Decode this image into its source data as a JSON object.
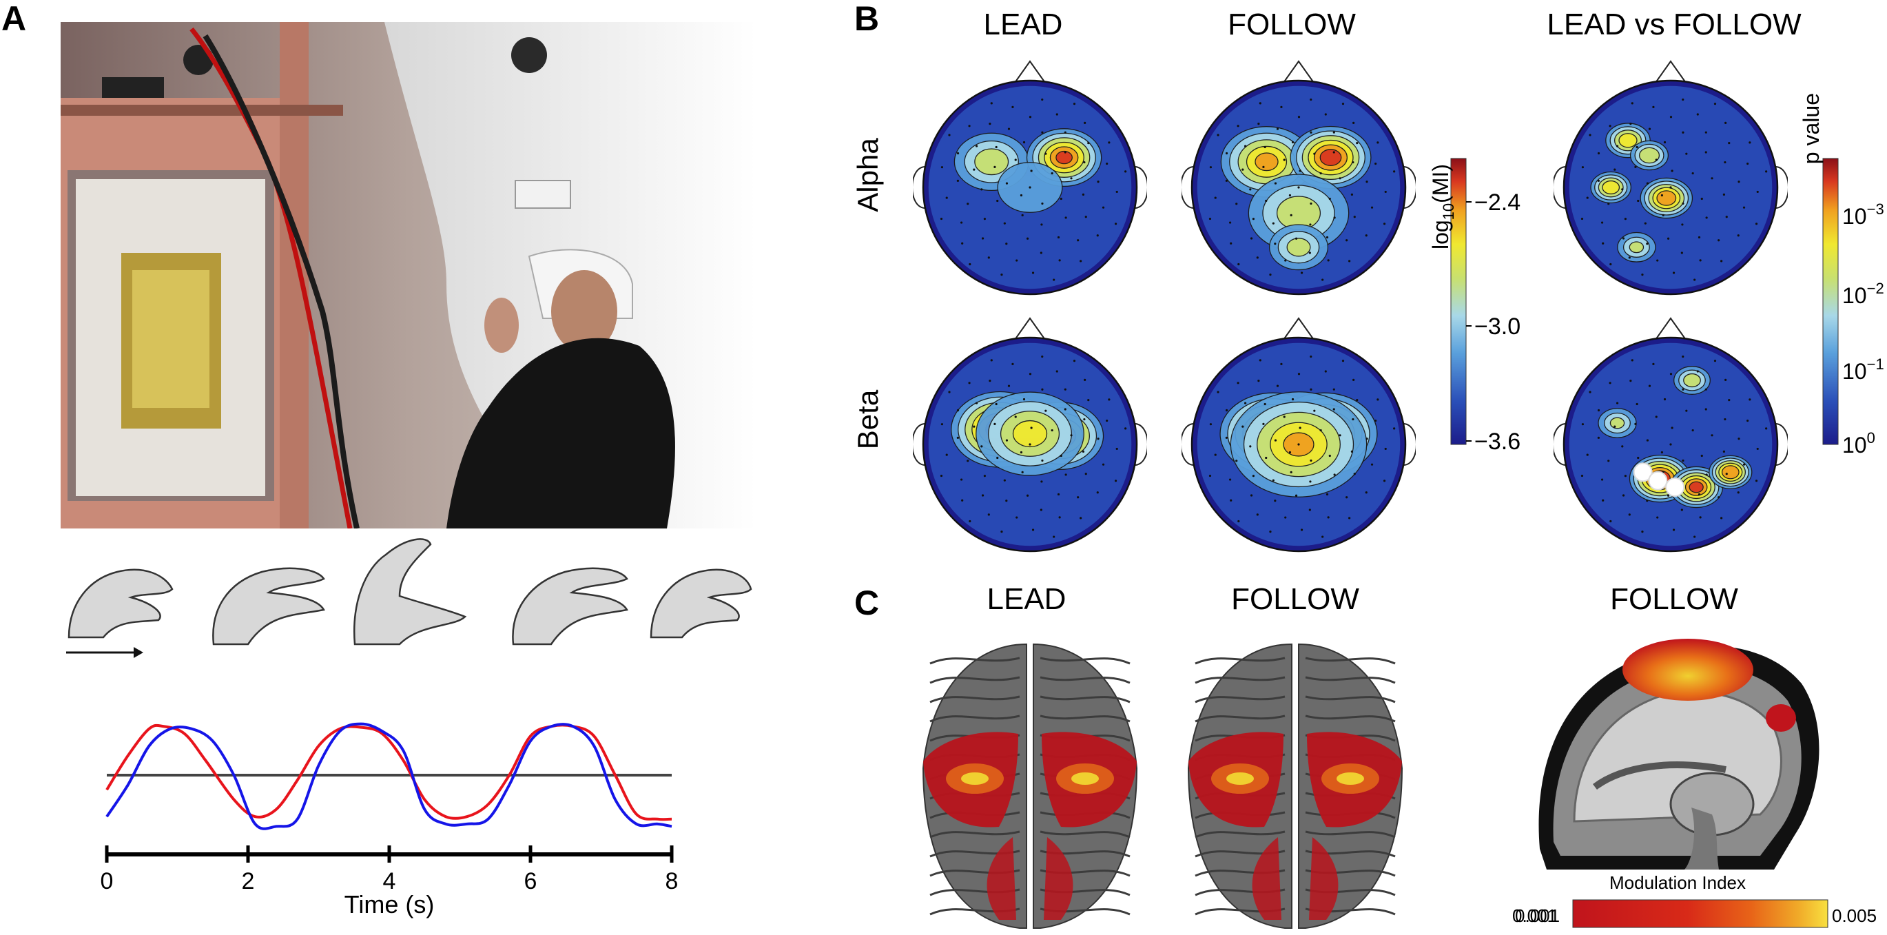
{
  "panels": {
    "a": {
      "letter": "A"
    },
    "b": {
      "letter": "B",
      "col_titles": [
        "LEAD",
        "FOLLOW",
        "LEAD vs FOLLOW"
      ],
      "row_labels": [
        "Alpha",
        "Beta"
      ],
      "cb1": {
        "title_base": "log",
        "title_sub": "10",
        "title_rest": "(MI)",
        "ticks": [
          "−2.4",
          "−3.0",
          "−3.6"
        ],
        "min": -3.6,
        "max": -2.4
      },
      "cb2": {
        "title": "p value",
        "ticks": [
          {
            "base": "10",
            "exp": "−3"
          },
          {
            "base": "10",
            "exp": "−2"
          },
          {
            "base": "10",
            "exp": "−1"
          },
          {
            "base": "10",
            "exp": "0"
          }
        ]
      }
    },
    "c": {
      "letter": "C",
      "col_titles": [
        "LEAD",
        "FOLLOW",
        "FOLLOW"
      ],
      "mod_label": "Modulation Index",
      "mod_min": "0.001",
      "mod_max": "0.005"
    }
  },
  "chart_data": {
    "type": "line",
    "xlabel": "Time (s)",
    "xlim": [
      0,
      8
    ],
    "ylim": [
      -1.2,
      1.2
    ],
    "x_ticks": [
      "0",
      "2",
      "4",
      "6",
      "8"
    ],
    "reference_line": 0,
    "series": [
      {
        "color": "#e8141c",
        "x": [
          0,
          0.3,
          0.6,
          0.8,
          1.1,
          1.4,
          1.8,
          2.1,
          2.4,
          2.7,
          3.0,
          3.3,
          3.6,
          3.9,
          4.2,
          4.5,
          4.8,
          5.1,
          5.4,
          5.7,
          6.0,
          6.3,
          6.6,
          6.9,
          7.2,
          7.5,
          7.8,
          8.0
        ],
        "y": [
          -0.3,
          0.4,
          0.95,
          1.0,
          0.85,
          0.3,
          -0.5,
          -0.85,
          -0.7,
          -0.1,
          0.6,
          0.95,
          0.98,
          0.85,
          0.3,
          -0.5,
          -0.85,
          -0.85,
          -0.6,
          0.0,
          0.8,
          1.0,
          1.0,
          0.8,
          0.0,
          -0.8,
          -0.9,
          -0.9
        ]
      },
      {
        "color": "#1515e8",
        "x": [
          0,
          0.3,
          0.6,
          0.9,
          1.2,
          1.5,
          1.8,
          2.1,
          2.4,
          2.7,
          3.0,
          3.3,
          3.6,
          3.9,
          4.2,
          4.5,
          4.8,
          5.1,
          5.4,
          5.7,
          6.0,
          6.3,
          6.6,
          6.9,
          7.2,
          7.5,
          7.8,
          8.0
        ],
        "y": [
          -0.85,
          -0.2,
          0.6,
          0.95,
          0.95,
          0.7,
          0.0,
          -1.0,
          -1.05,
          -0.9,
          0.2,
          0.9,
          1.05,
          0.9,
          0.5,
          -0.7,
          -1.0,
          -1.0,
          -0.9,
          -0.2,
          0.7,
          1.0,
          1.0,
          0.6,
          -0.5,
          -1.0,
          -1.0,
          -1.05
        ]
      }
    ]
  },
  "colors": {
    "jet": [
      "#1c1c8a",
      "#2a4fb8",
      "#5aa0dc",
      "#a8d8e8",
      "#c8e070",
      "#f0e830",
      "#f0a020",
      "#d83820",
      "#8a1018"
    ],
    "mod": [
      "#c0141c",
      "#d82a18",
      "#e86418",
      "#f0a828",
      "#f8e040"
    ]
  }
}
